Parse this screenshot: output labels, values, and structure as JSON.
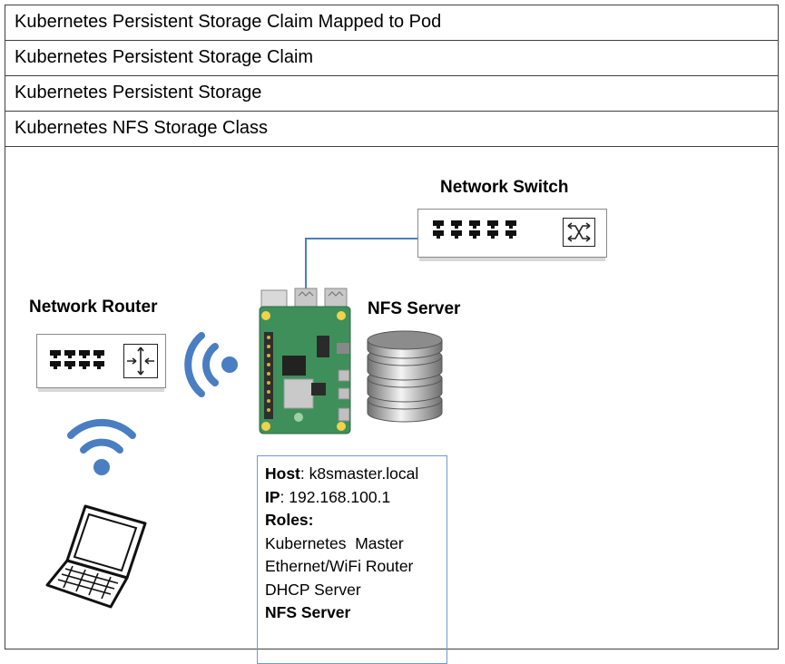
{
  "layers": [
    {
      "label": "Kubernetes Persistent Storage Claim Mapped to Pod"
    },
    {
      "label": "Kubernetes Persistent Storage Claim"
    },
    {
      "label": "Kubernetes Persistent Storage"
    },
    {
      "label": "Kubernetes NFS Storage Class"
    }
  ],
  "diagram": {
    "switch": {
      "label": "Network Switch",
      "icon": "switch-crossed-arrows-icon"
    },
    "router": {
      "label": "Network Router",
      "icon": "router-arrows-icon"
    },
    "nfs": {
      "label": "NFS Server",
      "icon": "database-cylinder-icon"
    },
    "pi": {
      "icon": "raspberry-pi-board-icon"
    },
    "laptop": {
      "icon": "laptop-icon"
    },
    "wifi": {
      "icon": "wifi-signal-icon"
    },
    "accent_color": "#4a7ec2",
    "info": {
      "host_key": "Host",
      "host_value": ": k8smaster.local",
      "ip_key": "IP",
      "ip_value": ": 192.168.100.1",
      "roles_key": "Roles:",
      "roles": [
        "Kubernetes  Master",
        "Ethernet/WiFi Router",
        "DHCP Server"
      ],
      "last_role": "NFS Server"
    }
  }
}
